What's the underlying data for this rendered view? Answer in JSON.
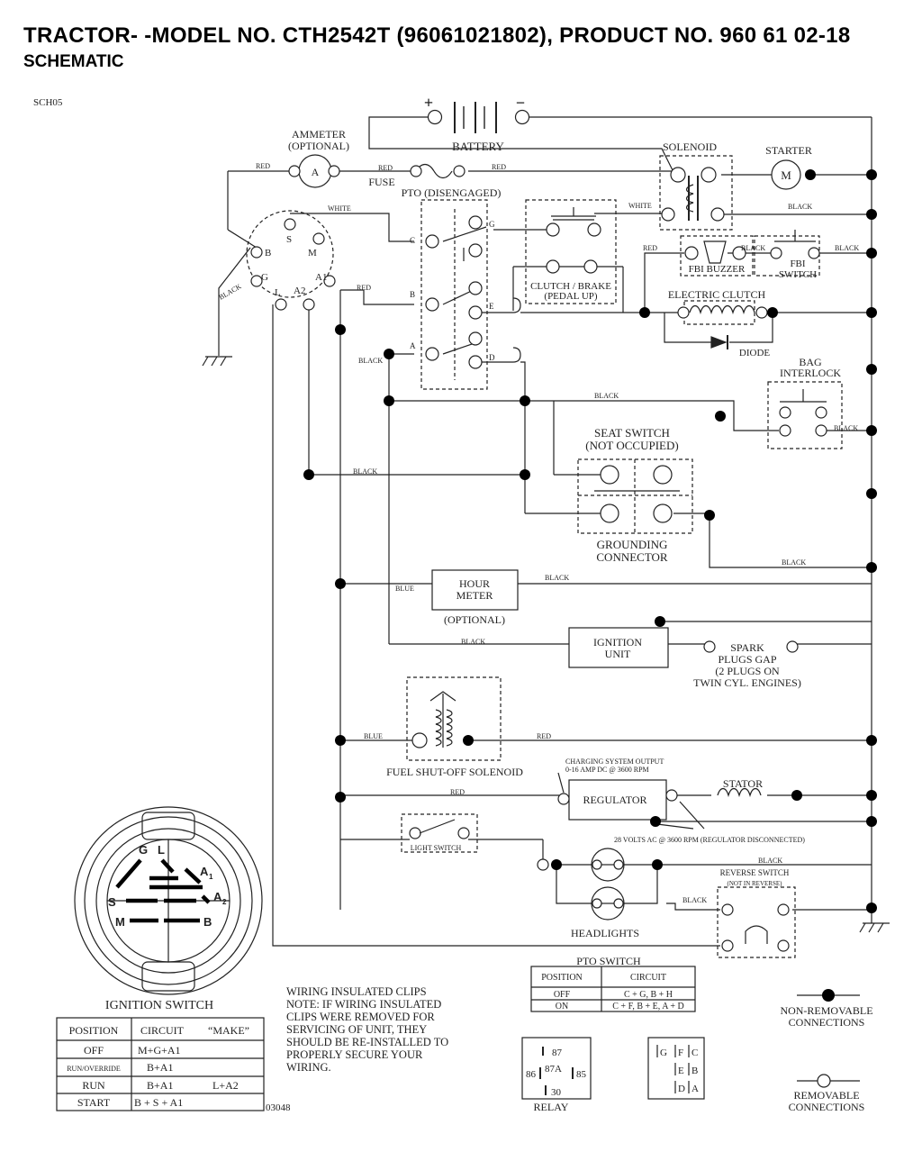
{
  "header": {
    "title": "TRACTOR- -MODEL NO. CTH2542T (96061021802), PRODUCT NO. 960 61 02-18",
    "subtitle": "SCHEMATIC"
  },
  "diagram": {
    "code": "SCH05",
    "figure_number": "03048",
    "components": {
      "battery": "BATTERY",
      "battery_plus": "+",
      "battery_minus": "−",
      "ammeter_line1": "AMMETER",
      "ammeter_line2": "(OPTIONAL)",
      "ammeter_symbol": "A",
      "fuse": "FUSE",
      "solenoid": "SOLENOID",
      "starter": "STARTER",
      "starter_symbol": "M",
      "pto_disengaged": "PTO (DISENGAGED)",
      "clutch_brake_line1": "CLUTCH / BRAKE",
      "clutch_brake_line2": "(PEDAL UP)",
      "fbi_buzzer": "FBI BUZZER",
      "fbi_switch_line1": "FBI",
      "fbi_switch_line2": "SWITCH",
      "electric_clutch": "ELECTRIC CLUTCH",
      "diode": "DIODE",
      "bag_interlock_line1": "BAG",
      "bag_interlock_line2": "INTERLOCK",
      "seat_switch_line1": "SEAT SWITCH",
      "seat_switch_line2": "(NOT OCCUPIED)",
      "grounding_line1": "GROUNDING",
      "grounding_line2": "CONNECTOR",
      "hour_meter_line1": "HOUR",
      "hour_meter_line2": "METER",
      "hour_meter_optional": "(OPTIONAL)",
      "ignition_unit_line1": "IGNITION",
      "ignition_unit_line2": "UNIT",
      "spark_line1": "SPARK",
      "spark_line2": "PLUGS GAP",
      "spark_line3": "(2 PLUGS ON",
      "spark_line4": "TWIN CYL. ENGINES)",
      "fuel_solenoid": "FUEL SHUT-OFF SOLENOID",
      "charging_line1": "CHARGING SYSTEM OUTPUT",
      "charging_line2": "0-16 AMP DC @ 3600 RPM",
      "regulator": "REGULATOR",
      "stator": "STATOR",
      "ac_note": "28 VOLTS AC @ 3600 RPM (REGULATOR DISCONNECTED)",
      "light_switch": "LIGHT SWITCH",
      "headlights": "HEADLIGHTS",
      "reverse_switch_line1": "REVERSE SWITCH",
      "reverse_switch_line2": "(NOT IN REVERSE)"
    },
    "terminals": {
      "ign_b": "B",
      "ign_s": "S",
      "ign_m": "M",
      "ign_g": "G",
      "ign_l": "L",
      "ign_a1": "A1",
      "ign_a2": "A2",
      "pto_c": "C",
      "pto_b": "B",
      "pto_a": "A",
      "pto_g": "G",
      "pto_e": "E",
      "pto_d": "D"
    },
    "wire_labels": {
      "red": "RED",
      "white": "WHITE",
      "black": "BLACK",
      "blue": "BLUE"
    }
  },
  "ignition_switch": {
    "title": "IGNITION SWITCH",
    "face_labels": {
      "g": "G",
      "l": "L",
      "a1": "A",
      "a1_sub": "1",
      "s": "S",
      "a2": "A",
      "a2_sub": "2",
      "m": "M",
      "b": "B"
    },
    "headers": [
      "POSITION",
      "CIRCUIT",
      "“MAKE”"
    ],
    "rows": [
      {
        "position": "OFF",
        "circuit": "M+G+A1",
        "make": ""
      },
      {
        "position": "RUN/OVERRIDE",
        "circuit": "B+A1",
        "make": ""
      },
      {
        "position": "RUN",
        "circuit": "B+A1",
        "make": "L+A2"
      },
      {
        "position": "START",
        "circuit": "B + S + A1",
        "make": ""
      }
    ]
  },
  "pto_switch": {
    "title": "PTO SWITCH",
    "headers": [
      "POSITION",
      "CIRCUIT"
    ],
    "rows": [
      {
        "position": "OFF",
        "circuit": "C + G, B + H"
      },
      {
        "position": "ON",
        "circuit": "C + F, B + E, A + D"
      }
    ]
  },
  "note": {
    "lines": [
      "WIRING INSULATED CLIPS",
      "NOTE:  IF WIRING INSULATED",
      "CLIPS WERE REMOVED FOR",
      "SERVICING OF UNIT, THEY",
      "SHOULD BE RE-INSTALLED TO",
      "PROPERLY SECURE YOUR",
      "WIRING."
    ]
  },
  "relay": {
    "label": "RELAY",
    "pins": [
      "87",
      "86",
      "87A",
      "85",
      "30"
    ]
  },
  "pto_connector": {
    "pins": [
      "G",
      "F",
      "C",
      "E",
      "B",
      "D",
      "A"
    ]
  },
  "legend": {
    "non_removable_line1": "NON-REMOVABLE",
    "non_removable_line2": "CONNECTIONS",
    "removable_line1": "REMOVABLE",
    "removable_line2": "CONNECTIONS"
  }
}
